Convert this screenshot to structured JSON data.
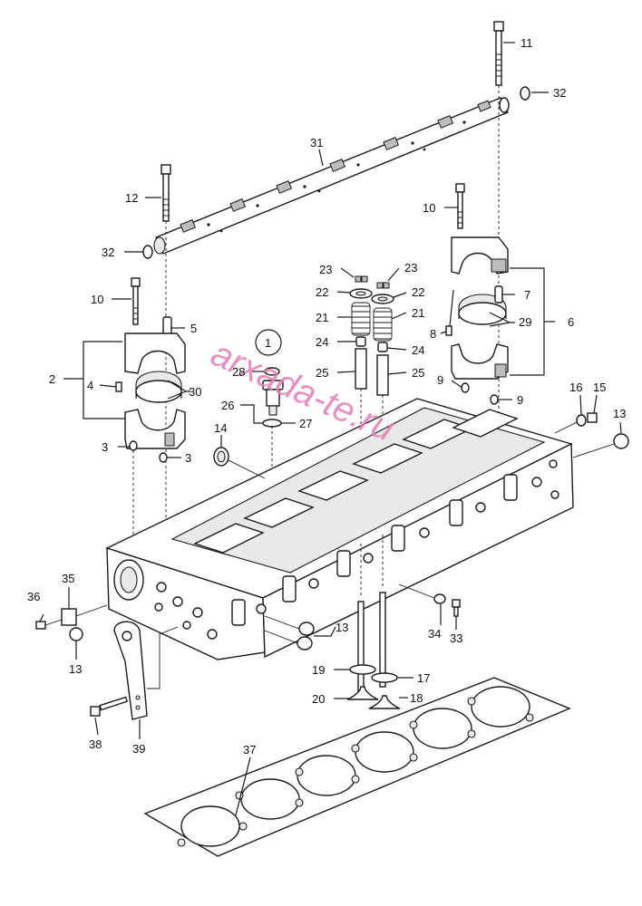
{
  "watermark": "arxada-te.ru",
  "colors": {
    "line": "#1a1a1a",
    "watermark": "#e27fb4",
    "background": "#ffffff"
  },
  "callouts": [
    {
      "id": "c11",
      "label": "11"
    },
    {
      "id": "c32a",
      "label": "32"
    },
    {
      "id": "c31",
      "label": "31"
    },
    {
      "id": "c12",
      "label": "12"
    },
    {
      "id": "c10a",
      "label": "10"
    },
    {
      "id": "c32b",
      "label": "32"
    },
    {
      "id": "c10b",
      "label": "10"
    },
    {
      "id": "c7",
      "label": "7"
    },
    {
      "id": "c6",
      "label": "6"
    },
    {
      "id": "c29",
      "label": "29"
    },
    {
      "id": "c8",
      "label": "8"
    },
    {
      "id": "c23a",
      "label": "23"
    },
    {
      "id": "c23b",
      "label": "23"
    },
    {
      "id": "c22a",
      "label": "22"
    },
    {
      "id": "c22b",
      "label": "22"
    },
    {
      "id": "c21a",
      "label": "21"
    },
    {
      "id": "c21b",
      "label": "21"
    },
    {
      "id": "c24a",
      "label": "24"
    },
    {
      "id": "c24b",
      "label": "24"
    },
    {
      "id": "c25a",
      "label": "25"
    },
    {
      "id": "c25b",
      "label": "25"
    },
    {
      "id": "c5",
      "label": "5"
    },
    {
      "id": "c1",
      "label": "1"
    },
    {
      "id": "c2",
      "label": "2"
    },
    {
      "id": "c4",
      "label": "4"
    },
    {
      "id": "c30",
      "label": "30"
    },
    {
      "id": "c28",
      "label": "28"
    },
    {
      "id": "c26",
      "label": "26"
    },
    {
      "id": "c27",
      "label": "27"
    },
    {
      "id": "c9a",
      "label": "9"
    },
    {
      "id": "c9b",
      "label": "9"
    },
    {
      "id": "c16",
      "label": "16"
    },
    {
      "id": "c15",
      "label": "15"
    },
    {
      "id": "c13a",
      "label": "13"
    },
    {
      "id": "c14",
      "label": "14"
    },
    {
      "id": "c3a",
      "label": "3"
    },
    {
      "id": "c3b",
      "label": "3"
    },
    {
      "id": "c35",
      "label": "35"
    },
    {
      "id": "c36",
      "label": "36"
    },
    {
      "id": "c13b",
      "label": "13"
    },
    {
      "id": "c13c",
      "label": "13"
    },
    {
      "id": "c34",
      "label": "34"
    },
    {
      "id": "c33",
      "label": "33"
    },
    {
      "id": "c19",
      "label": "19"
    },
    {
      "id": "c17",
      "label": "17"
    },
    {
      "id": "c20",
      "label": "20"
    },
    {
      "id": "c18",
      "label": "18"
    },
    {
      "id": "c38",
      "label": "38"
    },
    {
      "id": "c39",
      "label": "39"
    },
    {
      "id": "c37",
      "label": "37"
    }
  ]
}
